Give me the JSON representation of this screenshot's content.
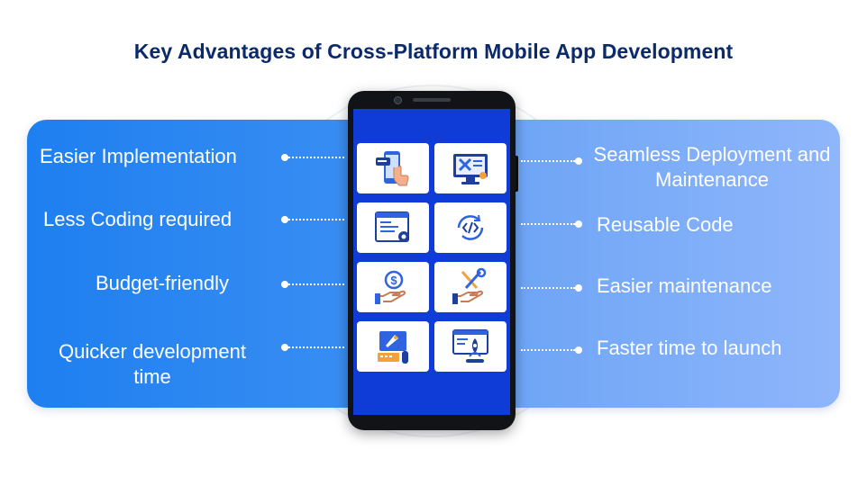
{
  "title": "Key Advantages of Cross-Platform Mobile App Development",
  "left_items": [
    {
      "label": "Easier Implementation"
    },
    {
      "label": "Less Coding required"
    },
    {
      "label": "Budget-friendly"
    },
    {
      "label": "Quicker development time"
    }
  ],
  "right_items": [
    {
      "label": "Seamless Deployment and Maintenance"
    },
    {
      "label": "Reusable Code"
    },
    {
      "label": "Easier maintenance"
    },
    {
      "label": "Faster time to launch"
    }
  ],
  "colors": {
    "title": "#0b2a6b",
    "left_panel": "#1e7ff0",
    "right_panel": "#8fb6fb",
    "phone_screen": "#0f3bd6"
  },
  "phone_icons": [
    "touch-phone-icon",
    "monitor-tools-icon",
    "browser-code-gear-icon",
    "refresh-code-icon",
    "hand-dollar-icon",
    "hand-tools-icon",
    "rocket-typing-icon",
    "browser-rocket-icon"
  ]
}
